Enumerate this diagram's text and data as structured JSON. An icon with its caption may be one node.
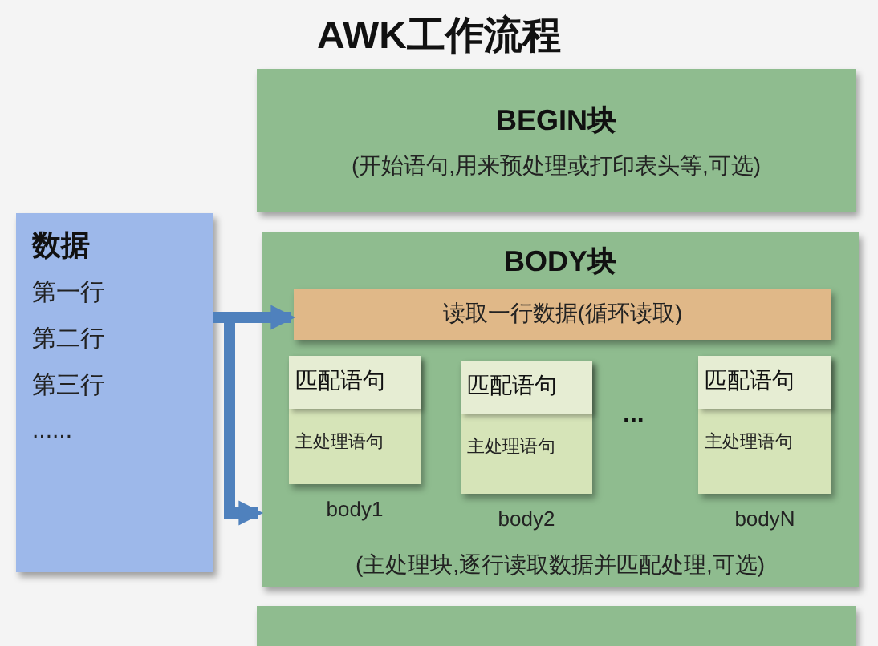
{
  "diagram": {
    "title": "AWK工作流程",
    "nodes": [
      {
        "text": [
          "数据",
          "第一行",
          "第二行",
          "第三行",
          "......"
        ]
      },
      {
        "text": [
          "BEGIN块",
          "(开始语句,用来预处理或打印表头等,可选)"
        ]
      },
      {
        "text": [
          "BODY块",
          "(主处理块,逐行读取数据并匹配处理,可选)"
        ]
      },
      {
        "text": [
          "读取一行数据(循环读取)"
        ],
        "in": 2
      },
      {
        "text": [
          "匹配语句",
          "主处理语句"
        ],
        "beside": [
          "body1"
        ],
        "in": 2
      },
      {
        "text": [
          "匹配语句",
          "主处理语句"
        ],
        "beside": [
          "body2"
        ],
        "in": 2
      },
      {
        "text": [
          "匹配语句",
          "主处理语句"
        ],
        "beside": [
          "bodyN"
        ],
        "in": 2
      },
      {
        "text": [],
        "shape": "box"
      }
    ],
    "edges": [
      {
        "from": 0,
        "to": 3,
        "arrow": "to"
      },
      {
        "from": 0,
        "to": 2,
        "arrow": "to"
      }
    ],
    "labels": [
      "..."
    ]
  }
}
